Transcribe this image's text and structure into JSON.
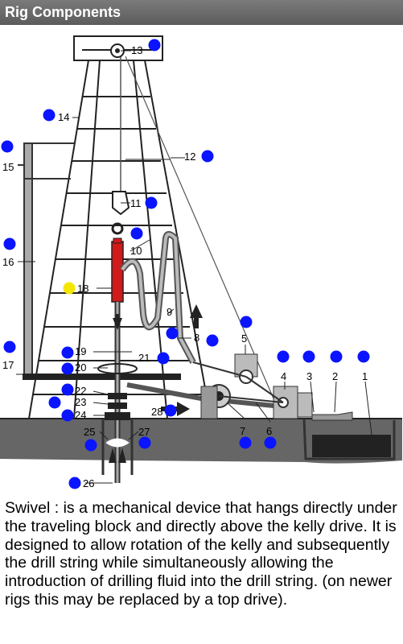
{
  "header": {
    "title": "Rig Components"
  },
  "description": "Swivel : is a mechanical device that hangs directly under the traveling block and directly above the kelly drive. It is designed to allow rotation of the kelly and subsequently the drill string while simultaneously allowing the introduction of drilling fluid into the drill string. (on newer rigs this may be replaced by a top drive).",
  "colors": {
    "marker": "#0a14ff",
    "selected_marker": "#f5e600",
    "kelly": "#d11a1a",
    "title_bar": "#666666"
  },
  "labels": {
    "l1": "1",
    "l2": "2",
    "l3": "3",
    "l4": "4",
    "l5": "5",
    "l6": "6",
    "l7": "7",
    "l8": "8",
    "l9": "9",
    "l10": "10",
    "l11": "11",
    "l12": "12",
    "l13": "13",
    "l14": "14",
    "l15": "15",
    "l16": "16",
    "l17": "17",
    "l18": "18",
    "l19": "19",
    "l20": "20",
    "l21": "21",
    "l22": "22",
    "l23": "23",
    "l24": "24",
    "l25": "25",
    "l26": "26",
    "l27": "27",
    "l28": "28"
  },
  "markers": [
    {
      "id": "13",
      "selected": false
    },
    {
      "id": "14",
      "selected": false
    },
    {
      "id": "12",
      "selected": false
    },
    {
      "id": "15",
      "selected": false
    },
    {
      "id": "11",
      "selected": false
    },
    {
      "id": "10",
      "selected": false
    },
    {
      "id": "16",
      "selected": false
    },
    {
      "id": "18",
      "selected": true
    },
    {
      "id": "9",
      "selected": false
    },
    {
      "id": "8",
      "selected": false
    },
    {
      "id": "5",
      "selected": false
    },
    {
      "id": "19",
      "selected": false
    },
    {
      "id": "17",
      "selected": false
    },
    {
      "id": "21",
      "selected": false
    },
    {
      "id": "20",
      "selected": false
    },
    {
      "id": "4",
      "selected": false
    },
    {
      "id": "3",
      "selected": false
    },
    {
      "id": "2",
      "selected": false
    },
    {
      "id": "1",
      "selected": false
    },
    {
      "id": "22",
      "selected": false
    },
    {
      "id": "23",
      "selected": false
    },
    {
      "id": "24",
      "selected": false
    },
    {
      "id": "28",
      "selected": false
    },
    {
      "id": "7",
      "selected": false
    },
    {
      "id": "6",
      "selected": false
    },
    {
      "id": "25",
      "selected": false
    },
    {
      "id": "27",
      "selected": false
    },
    {
      "id": "26",
      "selected": false
    }
  ]
}
